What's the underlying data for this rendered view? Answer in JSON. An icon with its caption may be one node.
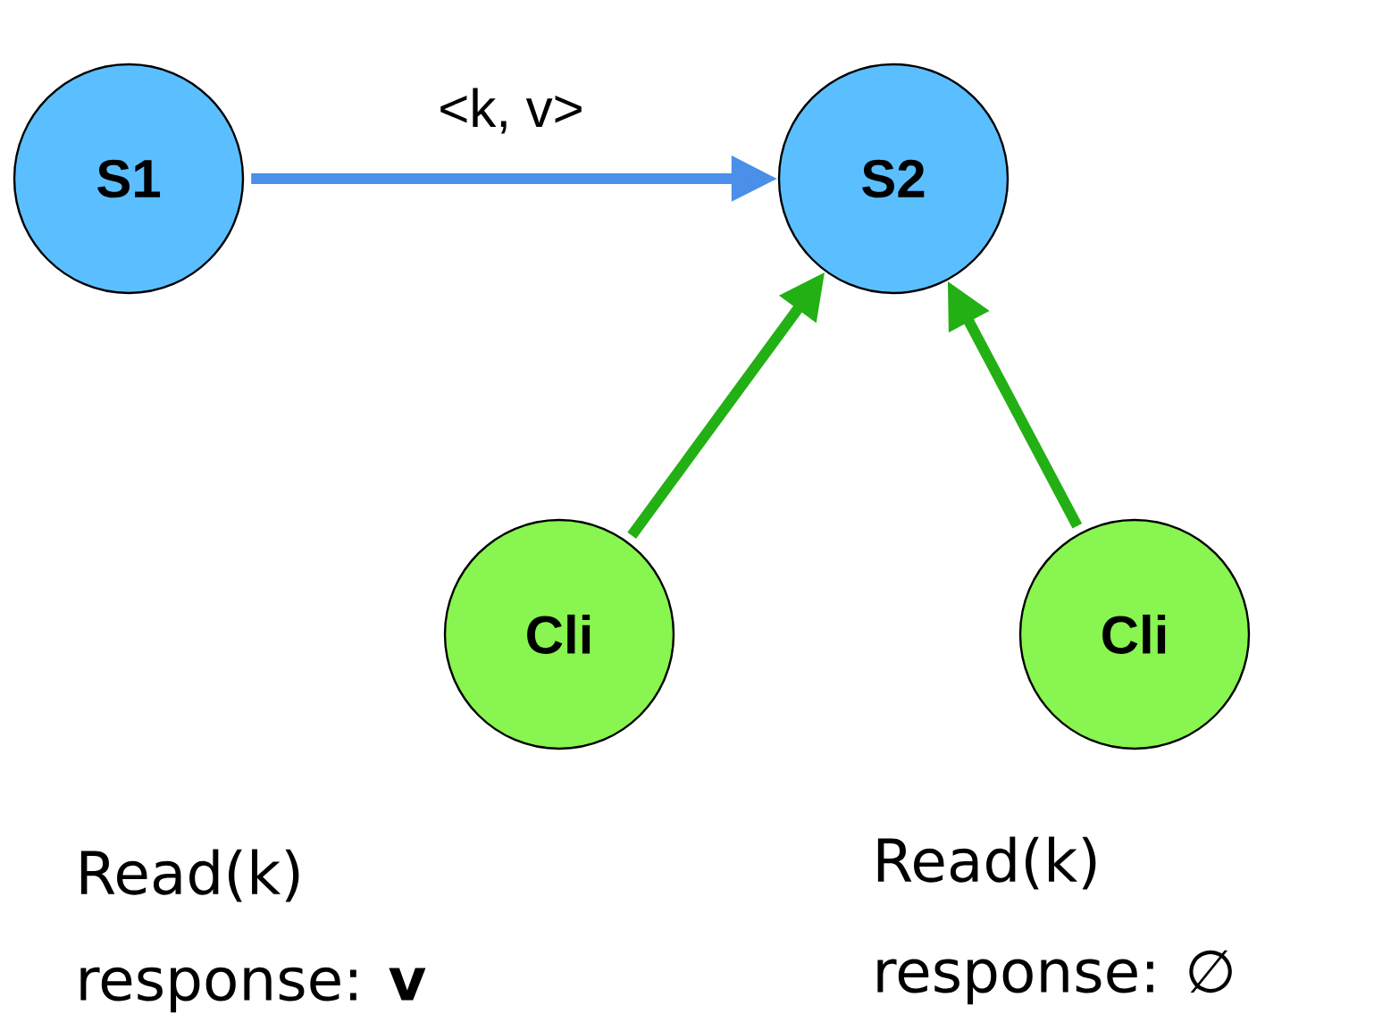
{
  "diagram": {
    "nodes": [
      {
        "text": [
          "S1"
        ]
      },
      {
        "text": [
          "S2"
        ]
      },
      {
        "text": [
          "Cli"
        ],
        "beside": [
          "Read(k)",
          "response: **v**"
        ]
      },
      {
        "text": [
          "Cli"
        ],
        "beside": [
          "Read(k)",
          "response: ∅"
        ]
      }
    ],
    "edges": [
      {
        "from": 0,
        "to": 1,
        "arrow": "to",
        "label": "<k, v>",
        "color": "#4a8fe8"
      },
      {
        "from": 2,
        "to": 1,
        "arrow": "to"
      },
      {
        "from": 3,
        "to": 1,
        "arrow": "to"
      }
    ]
  }
}
